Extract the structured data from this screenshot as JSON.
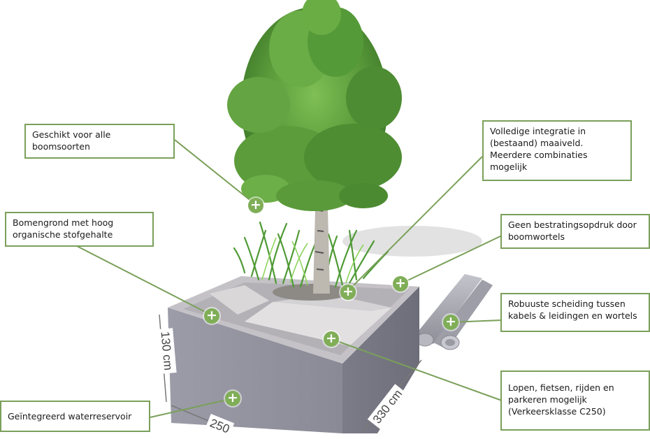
{
  "callouts": {
    "boomsoorten": "Geschikt voor alle\nboomsoorten",
    "bomengrond": "Bomengrond met hoog\norganische stofgehalte",
    "waterreservoir": "Geïntegreerd waterreservoir",
    "integratie": "Volledige integratie in\n(bestaand) maaiveld.\nMeerdere combinaties\nmogelijk",
    "bestratingsopdruk": "Geen bestratingsopdruk door\nboomwortels",
    "scheiding": "Robuuste scheiding tussen\nkabels & leidingen en wortels",
    "verkeersklasse": "Lopen, fietsen, rijden en\nparkeren mogelijk\n(Verkeersklasse C250)"
  },
  "dimensions": {
    "height": "130 cm",
    "width": "250",
    "depth": "330 cm"
  },
  "hotspot_icon": "+",
  "colors": {
    "accent": "#7fae57",
    "box_border": "#7aa05a",
    "planter": "#9a9aa6",
    "foliage": "#5f9a3c"
  },
  "icons": [
    "plus-icon"
  ]
}
